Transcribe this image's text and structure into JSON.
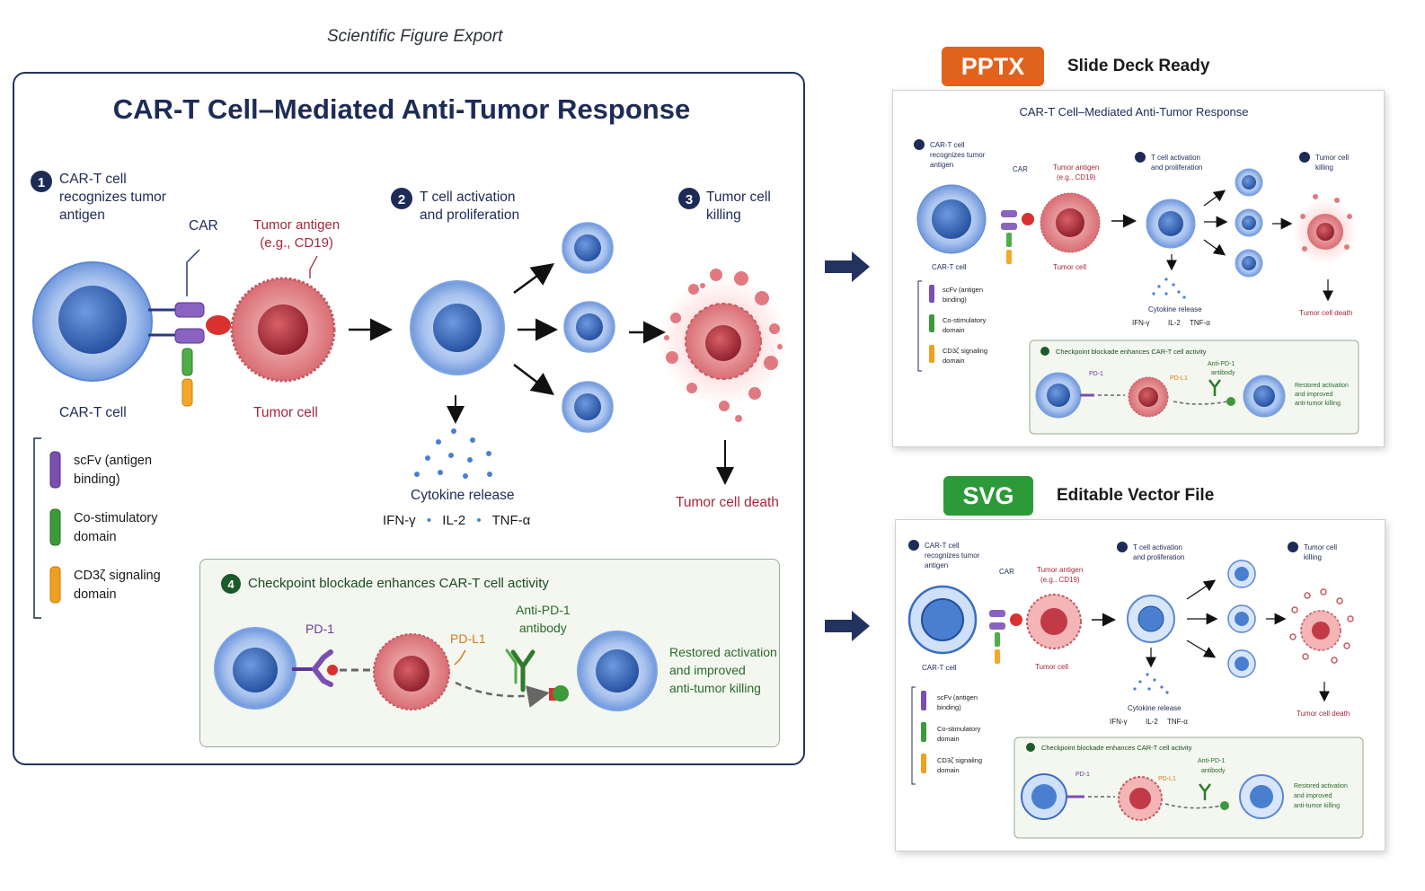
{
  "header": {
    "export_title": "Scientific Figure Export"
  },
  "figure": {
    "title": "CAR-T Cell–Mediated Anti-Tumor Response",
    "step1": {
      "number": "1",
      "label": [
        "CAR-T cell",
        "recognizes tumor",
        "antigen"
      ]
    },
    "step2": {
      "number": "2",
      "label": [
        "T cell activation",
        "and proliferation"
      ]
    },
    "step3": {
      "number": "3",
      "label": [
        "Tumor cell",
        "killing"
      ]
    },
    "car_label": "CAR",
    "tumor_antigen_label": [
      "Tumor antigen",
      "(e.g., CD19)"
    ],
    "cart_cell_label": "CAR-T cell",
    "tumor_cell_label": "Tumor cell",
    "cytokine_label": "Cytokine release",
    "cytokine_list": [
      "IFN-γ",
      "IL-2",
      "TNF-α"
    ],
    "tumor_death_label": "Tumor cell death",
    "legend": [
      {
        "label": [
          "scFv (antigen",
          "binding)"
        ],
        "color": "#7a4fb0"
      },
      {
        "label": [
          "Co-stimulatory",
          "domain"
        ],
        "color": "#3d9a3a"
      },
      {
        "label": [
          "CD3ζ signaling",
          "domain"
        ],
        "color": "#f0a020"
      }
    ],
    "checkpoint": {
      "number": "4",
      "title": "Checkpoint blockade enhances CAR-T cell activity",
      "pd1_label": "PD-1",
      "pdl1_label": "PD-L1",
      "antibody_label": [
        "Anti-PD-1",
        "antibody"
      ],
      "result_label": [
        "Restored activation",
        "and improved",
        "anti-tumor killing"
      ]
    }
  },
  "exports": [
    {
      "badge": "PPTX",
      "label": "Slide Deck Ready",
      "color": "#e0621c"
    },
    {
      "badge": "SVG",
      "label": "Editable Vector File",
      "color": "#2d9a3a"
    }
  ],
  "colors": {
    "navy": "#1d2b57",
    "tumor_red": "#a8263c",
    "cell_blue": "#4a7fd0"
  }
}
